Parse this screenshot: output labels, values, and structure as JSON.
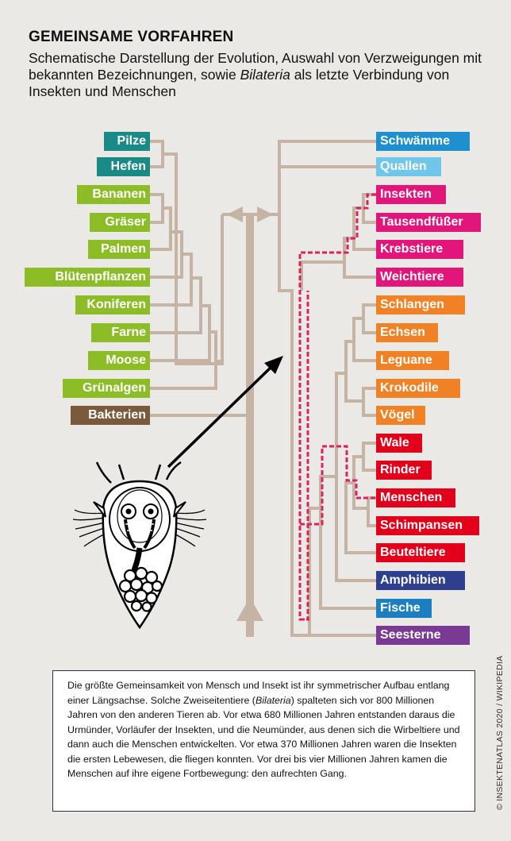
{
  "header": {
    "title": "GEMEINSAME VORFAHREN",
    "subtitle_pre": "Schematische Darstellung der Evolution, Auswahl von Verzweigungen mit bekannten Bezeichnungen, sowie ",
    "subtitle_italic": "Bilateria",
    "subtitle_post": " als letzte Verbindung von Insekten und Menschen"
  },
  "colors": {
    "fungi": "#1a8a86",
    "plants": "#8cbd26",
    "bacteria": "#7a5a3a",
    "sponges": "#1e8fcf",
    "jellyfish": "#6fc6ea",
    "protostomes": "#e2157a",
    "reptiles": "#f08225",
    "mammals": "#e3001b",
    "amphibians": "#2f3f8f",
    "fish": "#1c7fc0",
    "starfish": "#7a3a93",
    "tree_lines": "#c5b4a4",
    "highlight_path": "#d9255f"
  },
  "left_labels": [
    {
      "text": "Pilze",
      "group": "fungi"
    },
    {
      "text": "Hefen",
      "group": "fungi"
    },
    {
      "text": "Bananen",
      "group": "plants"
    },
    {
      "text": "Gräser",
      "group": "plants"
    },
    {
      "text": "Palmen",
      "group": "plants"
    },
    {
      "text": "Blütenpflanzen",
      "group": "plants"
    },
    {
      "text": "Koniferen",
      "group": "plants"
    },
    {
      "text": "Farne",
      "group": "plants"
    },
    {
      "text": "Moose",
      "group": "plants"
    },
    {
      "text": "Grünalgen",
      "group": "plants"
    },
    {
      "text": "Bakterien",
      "group": "bacteria"
    }
  ],
  "right_labels": [
    {
      "text": "Schwämme",
      "group": "sponges"
    },
    {
      "text": "Quallen",
      "group": "jellyfish"
    },
    {
      "text": "Insekten",
      "group": "protostomes"
    },
    {
      "text": "Tausendfüßer",
      "group": "protostomes"
    },
    {
      "text": "Krebstiere",
      "group": "protostomes"
    },
    {
      "text": "Weichtiere",
      "group": "protostomes"
    },
    {
      "text": "Schlangen",
      "group": "reptiles"
    },
    {
      "text": "Echsen",
      "group": "reptiles"
    },
    {
      "text": "Leguane",
      "group": "reptiles"
    },
    {
      "text": "Krokodile",
      "group": "reptiles"
    },
    {
      "text": "Vögel",
      "group": "reptiles"
    },
    {
      "text": "Wale",
      "group": "mammals"
    },
    {
      "text": "Rinder",
      "group": "mammals"
    },
    {
      "text": "Menschen",
      "group": "mammals"
    },
    {
      "text": "Schimpansen",
      "group": "mammals"
    },
    {
      "text": "Beuteltiere",
      "group": "mammals"
    },
    {
      "text": "Amphibien",
      "group": "amphibians"
    },
    {
      "text": "Fische",
      "group": "fish"
    },
    {
      "text": "Seesterne",
      "group": "starfish"
    }
  ],
  "info_box": {
    "pre": "Die größte Gemeinsamkeit von Mensch und Insekt ist ihr symmetrischer Aufbau entlang einer Längsachse. Solche Zweiseitentiere (",
    "italic": "Bilateria",
    "post": ") spalteten sich vor 800 Millionen Jahren von den anderen Tieren ab. Vor etwa 680 Millionen Jahren entstanden daraus die Urmünder, Vorläufer der Insekten, und die Neumünder, aus denen sich die Wirbeltiere und dann auch die Menschen entwickelten. Vor etwa 370 Millionen Jahren waren die Insekten die ersten Lebewesen, die fliegen konnten. Vor drei bis vier Millionen Jahren kamen die Menschen auf ihre eigene Fortbewegung: den aufrechten Gang."
  },
  "copyright": "© INSEKTENATLAS 2020 / WIKIPEDIA"
}
